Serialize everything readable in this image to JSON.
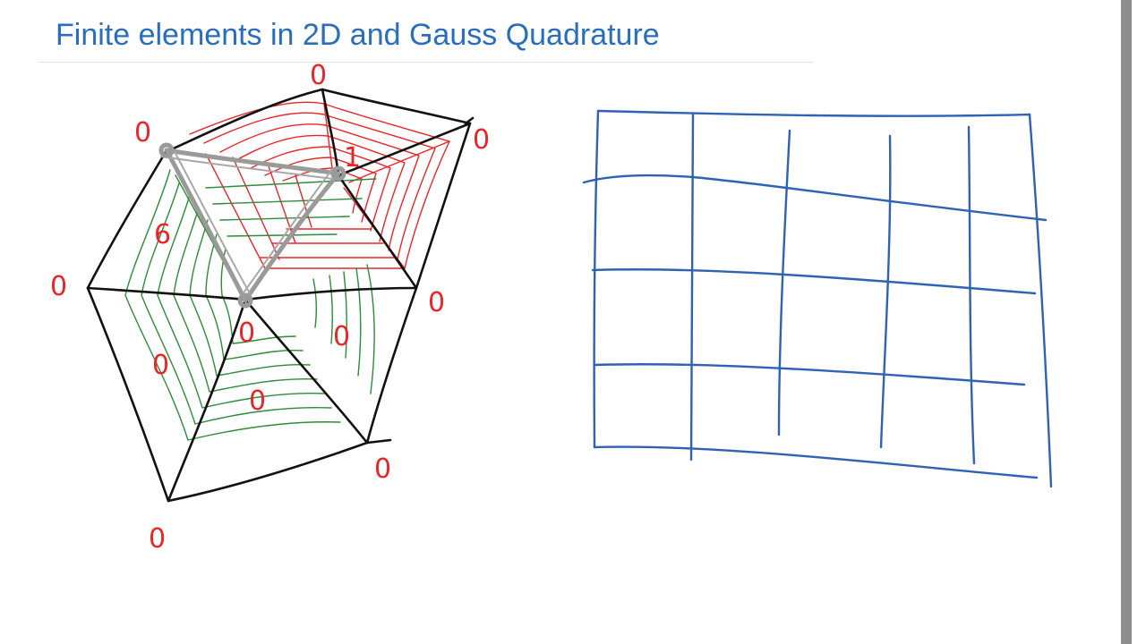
{
  "slide": {
    "title": "Finite elements in 2D and Gauss Quadrature"
  },
  "hexagon_mesh": {
    "boundary_node_values": [
      "0",
      "0",
      "0",
      "0",
      "0",
      "0",
      "0"
    ],
    "interior_node_values": [
      "1",
      "6",
      "0",
      "0",
      "0",
      "0"
    ],
    "colors": {
      "element_outline": "#111111",
      "basis_function_1": "#e8262a",
      "basis_function_2": "#2e8b3a",
      "highlighted_triangle": "#9a9a9a"
    }
  },
  "structured_grid": {
    "rows": 4,
    "columns": 5,
    "color": "#2f62b3"
  }
}
